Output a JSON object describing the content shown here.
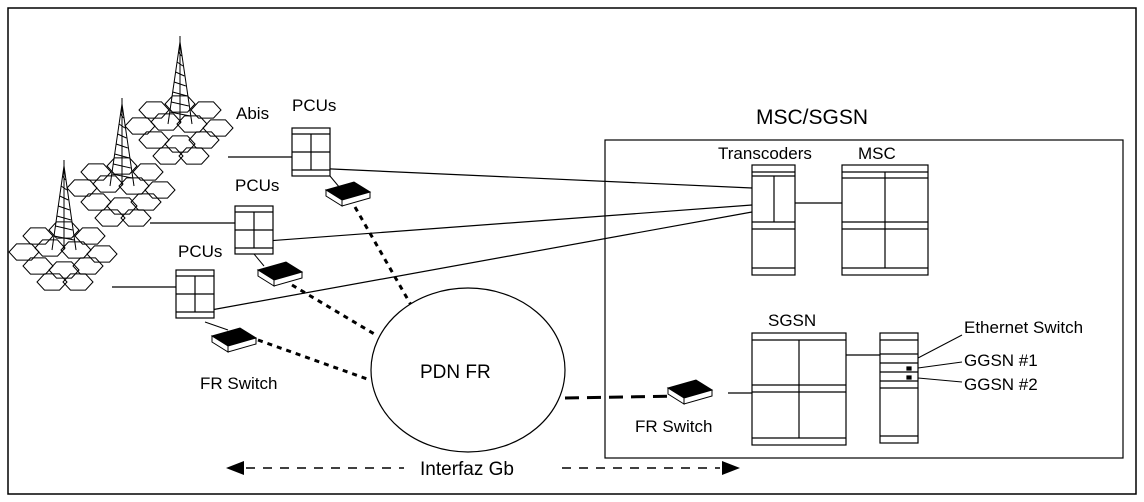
{
  "diagram": {
    "labels": {
      "abis": "Abis",
      "pcus_1": "PCUs",
      "pcus_2": "PCUs",
      "pcus_3": "PCUs",
      "msc_sgsn": "MSC/SGSN",
      "transcoders": "Transcoders",
      "msc": "MSC",
      "sgsn": "SGSN",
      "ethernet_switch": "Ethernet Switch",
      "ggsn1": "GGSN #1",
      "ggsn2": "GGSN #2",
      "fr_switch_left": "FR Switch",
      "fr_switch_right": "FR Switch",
      "pdn_fr": "PDN FR",
      "interfaz_gb": "Interfaz Gb"
    },
    "colors": {
      "line": "#000000",
      "background": "#ffffff",
      "switch_top": "#000000"
    }
  }
}
